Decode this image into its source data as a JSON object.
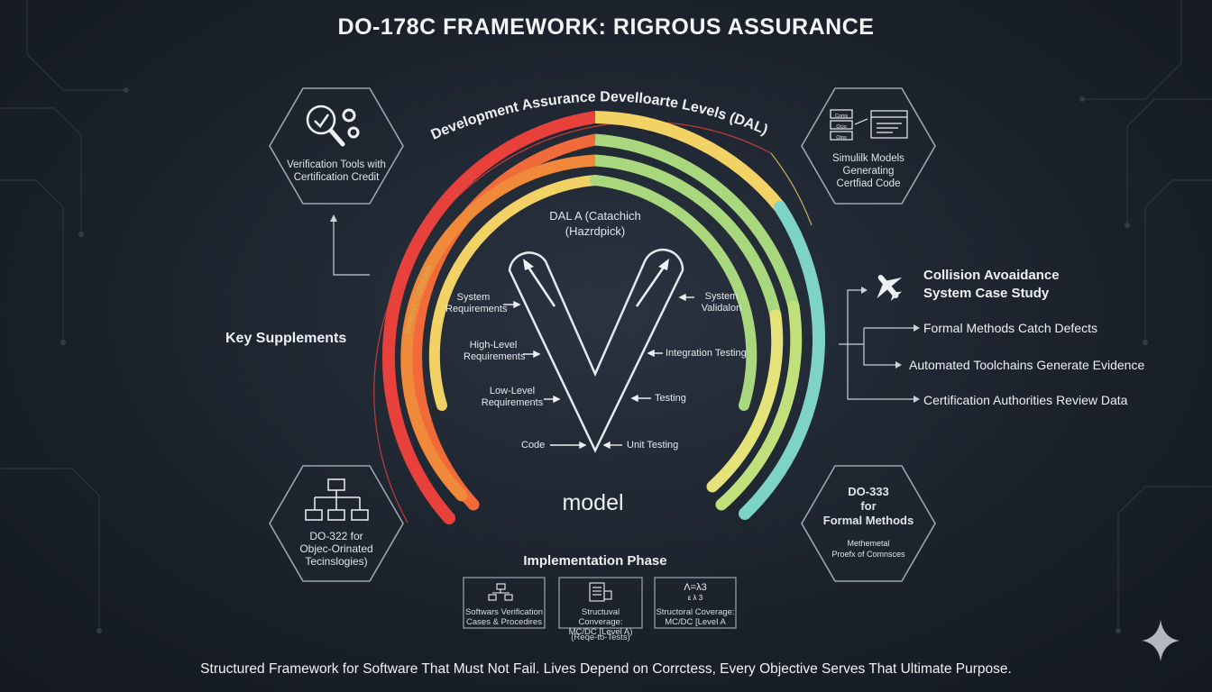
{
  "title": "DO-178C FRAMEWORK: RIGROUS ASSURANCE",
  "arc_title": "Development Assurance Develloarte Levels (DAL)",
  "arc_inner_text": "Scotovul; Oclivatiols",
  "dal_a": {
    "line1": "DAL A (Catachich",
    "line2": "(Hazrdpick)"
  },
  "v_model": {
    "left": [
      {
        "line1": "System",
        "line2": "Requirements"
      },
      {
        "line1": "High-Level",
        "line2": "Requirements"
      },
      {
        "line1": "Low-Level",
        "line2": "Requirements"
      },
      {
        "line1": "Code",
        "line2": ""
      }
    ],
    "right": [
      {
        "line1": "System",
        "line2": "Validalon"
      },
      {
        "line1": "Integration Testing",
        "line2": ""
      },
      {
        "line1": "Testing",
        "line2": ""
      },
      {
        "line1": "Unit Testing",
        "line2": ""
      }
    ],
    "center_label": "model"
  },
  "key_supplements": "Key Supplements",
  "hex_top_left": {
    "line1": "Verification Tools with",
    "line2": "Certification Credit"
  },
  "hex_bottom_left": {
    "line1": "DO-322 for",
    "line2": "Objec-Orinated",
    "line3": "Tecinslogies)"
  },
  "hex_top_right": {
    "line1": "Simulilk Models",
    "line2": "Generating",
    "line3": "Certfiad Code",
    "icon_items": [
      "Coms",
      "Ocio",
      "Otos"
    ]
  },
  "hex_bottom_right": {
    "line1": "DO-333",
    "line2": "for",
    "line3": "Formal Methods",
    "sub1": "Methemetal",
    "sub2": "Proefx of Comnsces"
  },
  "case_study": {
    "title1": "Collision Avoaidance",
    "title2": "System Case Study",
    "items": [
      "Formal Methods Catch Defects",
      "Automated Toolchains Generate Evidence",
      "Certification Authorities Review Data"
    ]
  },
  "implementation": {
    "title": "Implementation Phase",
    "boxes": [
      {
        "line1": "Softwars Verification",
        "line2": "Cases & Procedires"
      },
      {
        "line1": "Structuval Converage:",
        "line2": "MC/DC [Level A)"
      },
      {
        "line1": "Structoral Coverage:",
        "line2": "MC/DC [Level A"
      }
    ],
    "sub_label": "(Reqe-to-Tests)",
    "formula": "Λ=λ3",
    "formula2": "ε  λ  3"
  },
  "footer": "Structured Framework for Software That Must Not Fail. Lives Depend on Corrctess, Every Objective Serves That Ultimate Purpose.",
  "colors": {
    "red": "#e8413c",
    "orange": "#f08a3a",
    "yellow": "#f2d264",
    "green": "#a9d77e",
    "teal": "#7dd3c6",
    "bg": "#1b222c"
  }
}
